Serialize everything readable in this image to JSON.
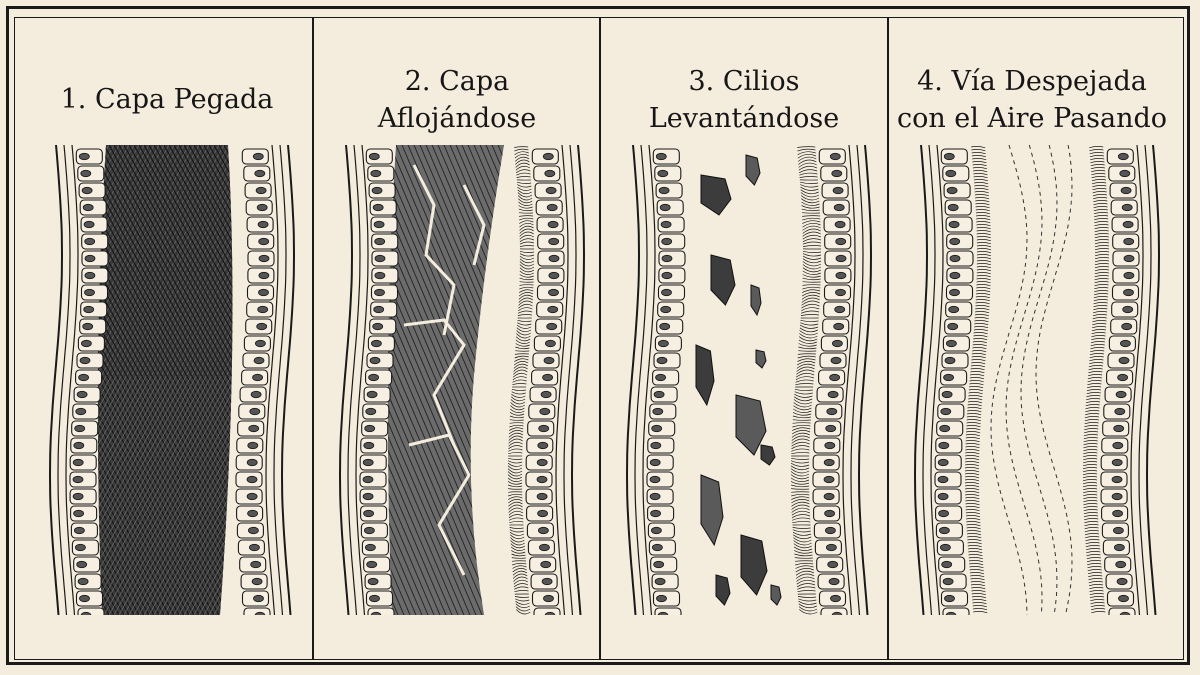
{
  "panels": [
    {
      "title_lines": [
        "1. Capa Pegada"
      ]
    },
    {
      "title_lines": [
        "2. Capa",
        "Aflojándose"
      ]
    },
    {
      "title_lines": [
        "3. Cilios",
        "Levantándose"
      ]
    },
    {
      "title_lines": [
        "4. Vía Despejada",
        "con el Aire Pasando"
      ]
    }
  ]
}
